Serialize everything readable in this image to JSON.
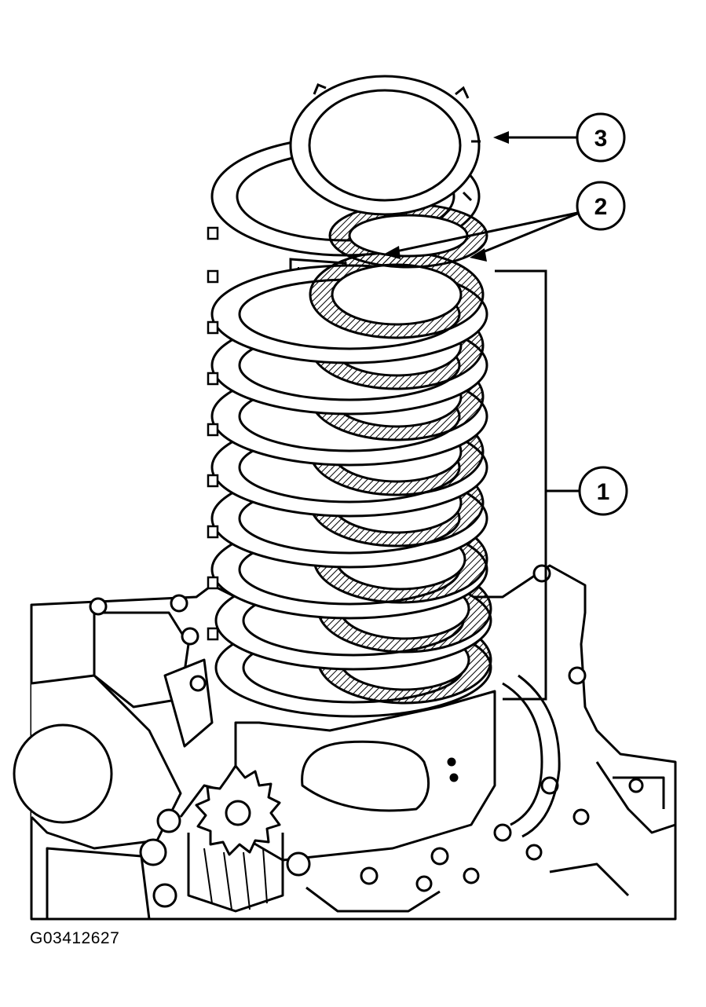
{
  "figure_code": "G03412627",
  "callouts": [
    {
      "label": "1"
    },
    {
      "label": "2"
    },
    {
      "label": "3"
    }
  ],
  "colors": {
    "ink": "#000000",
    "paper": "#ffffff"
  },
  "icons": [
    "clutch-pack-illustration",
    "transmission-case-illustration",
    "gear-illustration"
  ]
}
